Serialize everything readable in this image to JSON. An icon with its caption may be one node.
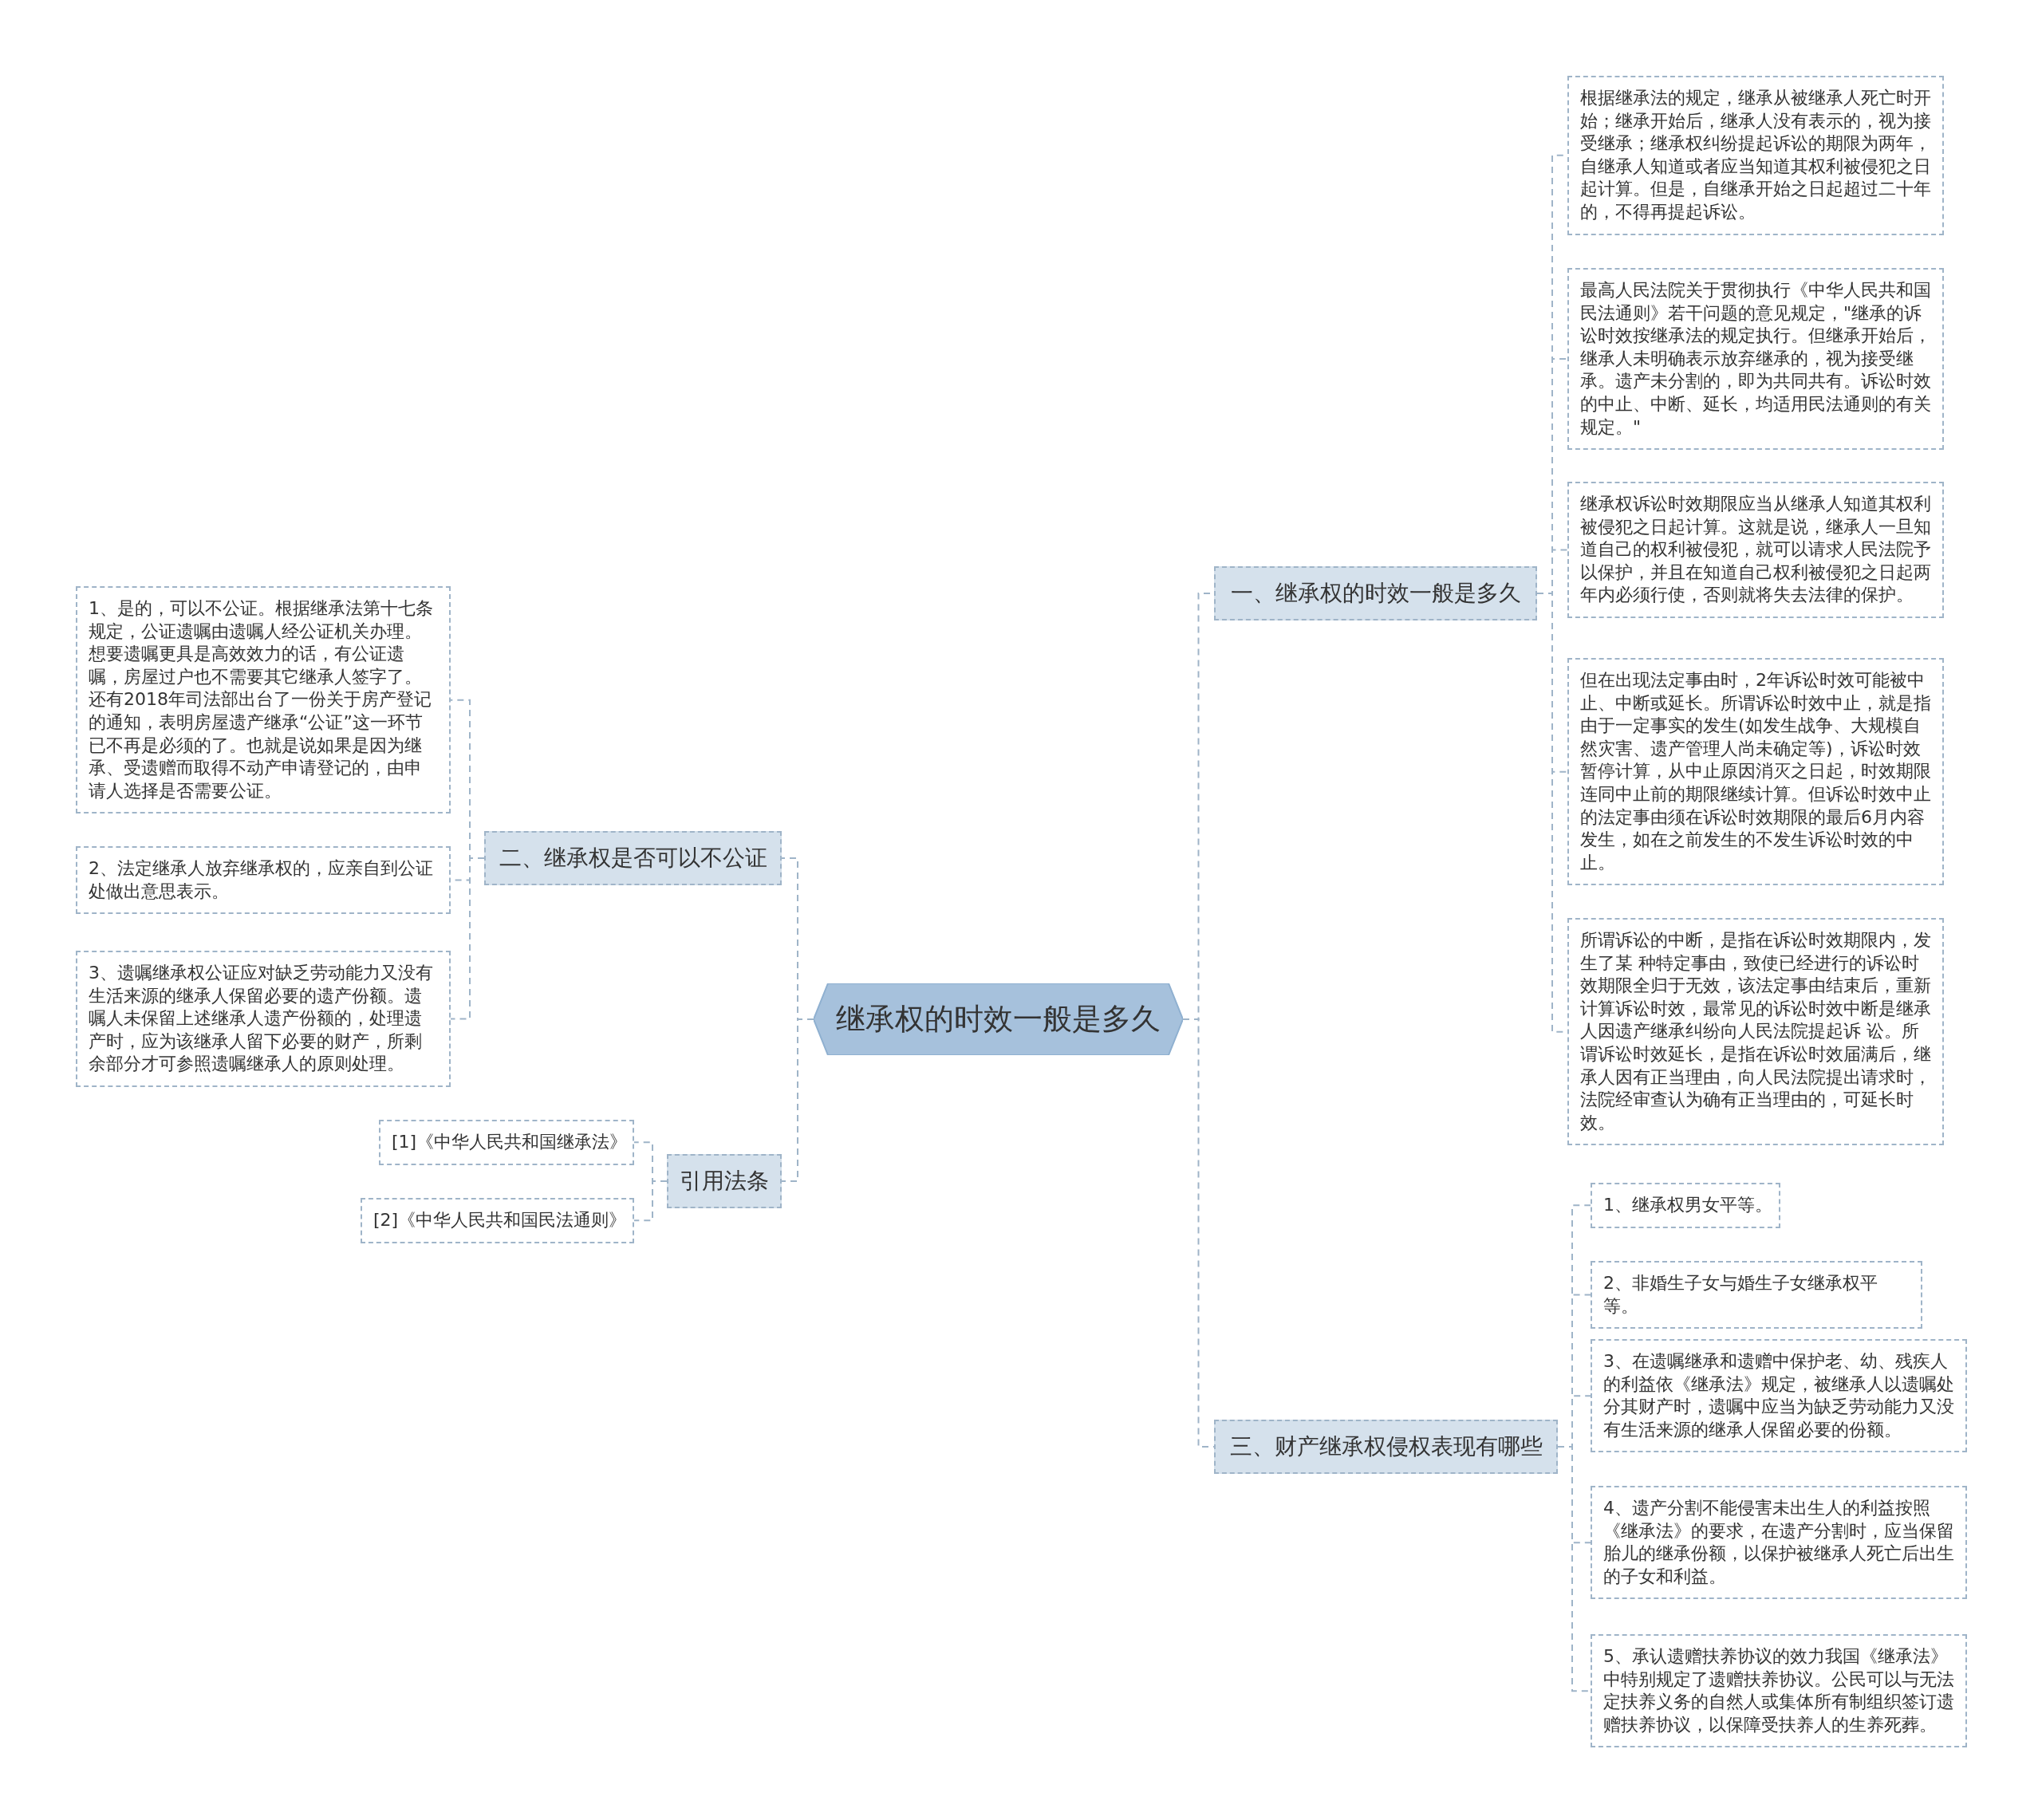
{
  "diagram": {
    "nodes": [
      {
        "text": [
          "继承权的时效一般是多久"
        ]
      },
      {
        "text": [
          "一、继承权的时效一般是多久"
        ]
      },
      {
        "text": [
          "根据继承法的规定，继承从被继承人死亡时开始；继承开始后，继承人没有表示的，视为接受继承；继承权纠纷提起诉讼的期限为两年，自继承人知道或者应当知道其权利被侵犯之日起计算。但是，自继承开始之日起超过二十年的，不得再提起诉讼。"
        ]
      },
      {
        "text": [
          "最高人民法院关于贯彻执行《中华人民共和国民法通则》若干问题的意见规定，\"继承的诉讼时效按继承法的规定执行。但继承开始后，继承人未明确表示放弃继承的，视为接受继承。遗产未分割的，即为共同共有。诉讼时效的中止、中断、延长，均适用民法通则的有关规定。\""
        ]
      },
      {
        "text": [
          "继承权诉讼时效期限应当从继承人知道其权利被侵犯之日起计算。这就是说，继承人一旦知道自己的权利被侵犯，就可以请求人民法院予以保护，并且在知道自己权利被侵犯之日起两年内必须行使，否则就将失去法律的保护。"
        ]
      },
      {
        "text": [
          "但在出现法定事由时，2年诉讼时效可能被中止、中断或延长。所谓诉讼时效中止，就是指由于一定事实的发生(如发生战争、大规模自然灾害、遗产管理人尚未确定等)，诉讼时效暂停计算，从中止原因消灭之日起，时效期限连同中止前的期限继续计算。但诉讼时效中止的法定事由须在诉讼时效期限的最后6月内容发生，如在之前发生的不发生诉讼时效的中止。"
        ]
      },
      {
        "text": [
          "所谓诉讼的中断，是指在诉讼时效期限内，发生了某 种特定事由，致使已经进行的诉讼时效期限全归于无效，该法定事由结束后，重新计算诉讼时效，最常见的诉讼时效中断是继承人因遗产继承纠纷向人民法院提起诉 讼。所谓诉讼时效延长，是指在诉讼时效届满后，继承人因有正当理由，向人民法院提出请求时，法院经审查认为确有正当理由的，可延长时效。"
        ]
      },
      {
        "text": [
          "三、财产继承权侵权表现有哪些"
        ]
      },
      {
        "text": [
          "1、继承权男女平等。"
        ]
      },
      {
        "text": [
          "2、非婚生子女与婚生子女继承权平等。"
        ]
      },
      {
        "text": [
          "3、在遗嘱继承和遗赠中保护老、幼、残疾人的利益依《继承法》规定，被继承人以遗嘱处分其财产时，遗嘱中应当为缺乏劳动能力又没有生活来源的继承人保留必要的份额。"
        ]
      },
      {
        "text": [
          "4、遗产分割不能侵害未出生人的利益按照《继承法》的要求，在遗产分割时，应当保留胎儿的继承份额，以保护被继承人死亡后出生的子女和利益。"
        ]
      },
      {
        "text": [
          "5、承认遗赠扶养协议的效力我国《继承法》中特别规定了遗赠扶养协议。公民可以与无法定扶养义务的自然人或集体所有制组织签订遗赠扶养协议，以保障受扶养人的生养死葬。"
        ]
      },
      {
        "text": [
          "二、继承权是否可以不公证"
        ]
      },
      {
        "text": [
          "1、是的，可以不公证。根据继承法第十七条规定，公证遗嘱由遗嘱人经公证机关办理。想要遗嘱更具是高效效力的话，有公证遗嘱，房屋过户也不需要其它继承人签字了。还有2018年司法部出台了一份关于房产登记的通知，表明房屋遗产继承“公证”这一环节已不再是必须的了。也就是说如果是因为继承、受遗赠而取得不动产申请登记的，由申请人选择是否需要公证。"
        ]
      },
      {
        "text": [
          "2、法定继承人放弃继承权的，应亲自到公证处做出意思表示。"
        ]
      },
      {
        "text": [
          "3、遗嘱继承权公证应对缺乏劳动能力又没有生活来源的继承人保留必要的遗产份额。遗嘱人未保留上述继承人遗产份额的，处理遗产时，应为该继承人留下必要的财产，所剩余部分才可参照遗嘱继承人的原则处理。"
        ]
      },
      {
        "text": [
          "引用法条"
        ]
      },
      {
        "text": [
          "[1]《中华人民共和国继承法》"
        ]
      },
      {
        "text": [
          "[2]《中华人民共和国民法通则》"
        ]
      }
    ],
    "edges": [
      {
        "from": 0,
        "to": 1,
        "arrow": "none"
      },
      {
        "from": 1,
        "to": 2,
        "arrow": "none"
      },
      {
        "from": 1,
        "to": 3,
        "arrow": "none"
      },
      {
        "from": 1,
        "to": 4,
        "arrow": "none"
      },
      {
        "from": 1,
        "to": 5,
        "arrow": "none"
      },
      {
        "from": 1,
        "to": 6,
        "arrow": "none"
      },
      {
        "from": 0,
        "to": 7,
        "arrow": "none"
      },
      {
        "from": 7,
        "to": 8,
        "arrow": "none"
      },
      {
        "from": 7,
        "to": 9,
        "arrow": "none"
      },
      {
        "from": 7,
        "to": 10,
        "arrow": "none"
      },
      {
        "from": 7,
        "to": 11,
        "arrow": "none"
      },
      {
        "from": 7,
        "to": 12,
        "arrow": "none"
      },
      {
        "from": 0,
        "to": 13,
        "arrow": "none"
      },
      {
        "from": 13,
        "to": 14,
        "arrow": "none"
      },
      {
        "from": 13,
        "to": 15,
        "arrow": "none"
      },
      {
        "from": 13,
        "to": 16,
        "arrow": "none"
      },
      {
        "from": 0,
        "to": 17,
        "arrow": "none"
      },
      {
        "from": 17,
        "to": 18,
        "arrow": "none"
      },
      {
        "from": 17,
        "to": 19,
        "arrow": "none"
      }
    ]
  }
}
